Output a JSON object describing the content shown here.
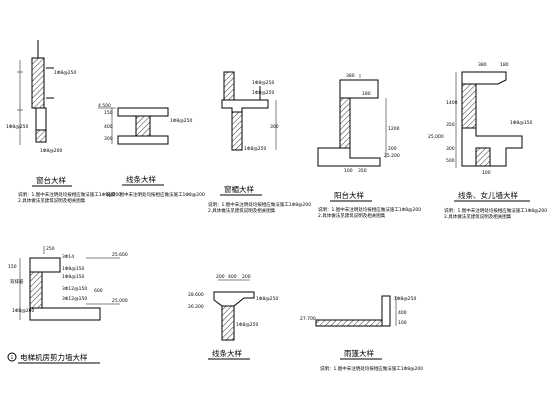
{
  "details": {
    "d1": {
      "title": "窗台大样",
      "dims": [
        "1Φ8@250",
        "1Φ8@250",
        "1Φ8@200"
      ],
      "note1": "说明：1.图中未注明处均按相应做法施工1Φ8@200",
      "note2": "2.具体做法见建筑说明及相关图集"
    },
    "d2": {
      "title": "线条大样",
      "elev": "4.500",
      "dims": [
        "150",
        "400",
        "300",
        "1Φ8@250"
      ],
      "note1": "说明：图中未注明处均按相应做法施工1Φ8@200"
    },
    "d3": {
      "title": "窗楣大样",
      "dims": [
        "1Φ8@250",
        "1Φ8@250",
        "300",
        "1Φ8@250"
      ],
      "note1": "说明：1.图中未注明处均按相应做法施工1Φ8@200",
      "note2": "2.具体做法见建筑说明及相关图集"
    },
    "d4": {
      "title": "阳台大样",
      "dims": [
        "380",
        "180",
        "1200",
        "200",
        "25.200",
        "100",
        "350"
      ],
      "note1": "说明：1.图中未注明处均按相应做法施工1Φ8@200",
      "note2": "2.具体做法见建筑说明及相关图集"
    },
    "d5": {
      "title": "线条、女儿墙大样",
      "elev": "25.000",
      "dims": [
        "380",
        "180",
        "1400",
        "350",
        "300",
        "500",
        "100",
        "1Φ8@150"
      ],
      "note1": "说明：1.图中未注明处均按相应做法施工1Φ8@200",
      "note2": "2.具体做法见建筑说明及相关图集"
    },
    "d6": {
      "title": "电梯机房剪力墙大样",
      "circle_label": "1",
      "elev_top": "25.600",
      "elev_bottom": "25.000",
      "dims": [
        "250",
        "150",
        "600",
        "3Φ14",
        "1Φ8@150",
        "1Φ8@150",
        "3Φ12@150",
        "3Φ12@150",
        "双排筋",
        "1Φ8@200"
      ]
    },
    "d7": {
      "title": "线条大样",
      "elev_top": "28.600",
      "elev_bottom": "26.200",
      "dims": [
        "200",
        "400",
        "200",
        "1Φ8@250",
        "1Φ8@250"
      ]
    },
    "d8": {
      "title": "雨篷大样",
      "elev": "27.700",
      "dims": [
        "1Φ8@250",
        "400",
        "100"
      ],
      "note1": "说明：1.图中未注明处均按相应做法施工1Φ8@200"
    }
  }
}
